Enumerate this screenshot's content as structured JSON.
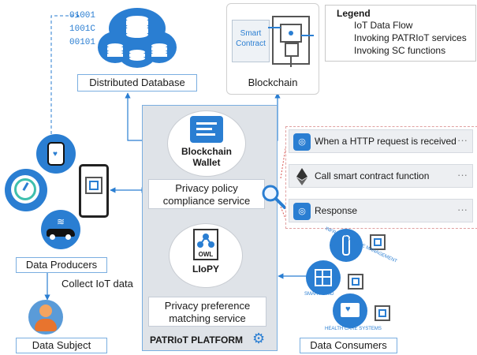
{
  "legend": {
    "title": "Legend",
    "items": [
      "IoT Data Flow",
      "Invoking PATRIoT services",
      "Invoking SC functions"
    ]
  },
  "database": {
    "label": "Distributed Database",
    "bits": [
      "01001",
      "1001C",
      "00101"
    ]
  },
  "blockchain": {
    "label": "Blockchain",
    "contract_label": "Smart Contract"
  },
  "platform": {
    "label": "PATRIoT PLATFORM",
    "wallet_label_1": "Blockchain",
    "wallet_label_2": "Wallet",
    "privacy_policy": "Privacy policy compliance service",
    "liopy_owl": "OWL",
    "liopy_label": "LIoPY",
    "preference": "Privacy preference matching service"
  },
  "flow_steps": [
    {
      "label": "When a HTTP request is received",
      "icon": "www",
      "dots": "···"
    },
    {
      "label": "Call smart contract function",
      "icon": "ethereum-icon",
      "dots": "···"
    },
    {
      "label": "Response",
      "icon": "www",
      "dots": "···"
    }
  ],
  "producers": {
    "label": "Data Producers",
    "collect": "Collect IoT data"
  },
  "subject": {
    "label": "Data Subject"
  },
  "consumers": {
    "label": "Data Consumers",
    "arcs": [
      "INFRASTRUCTURE MANAGEMENT",
      "SMART GRID",
      "HEALTH CARE SYSTEMS"
    ]
  },
  "colors": {
    "accent": "#2a7ed2",
    "platform_bg": "#dfe3e8",
    "border": "#7aaee0"
  }
}
